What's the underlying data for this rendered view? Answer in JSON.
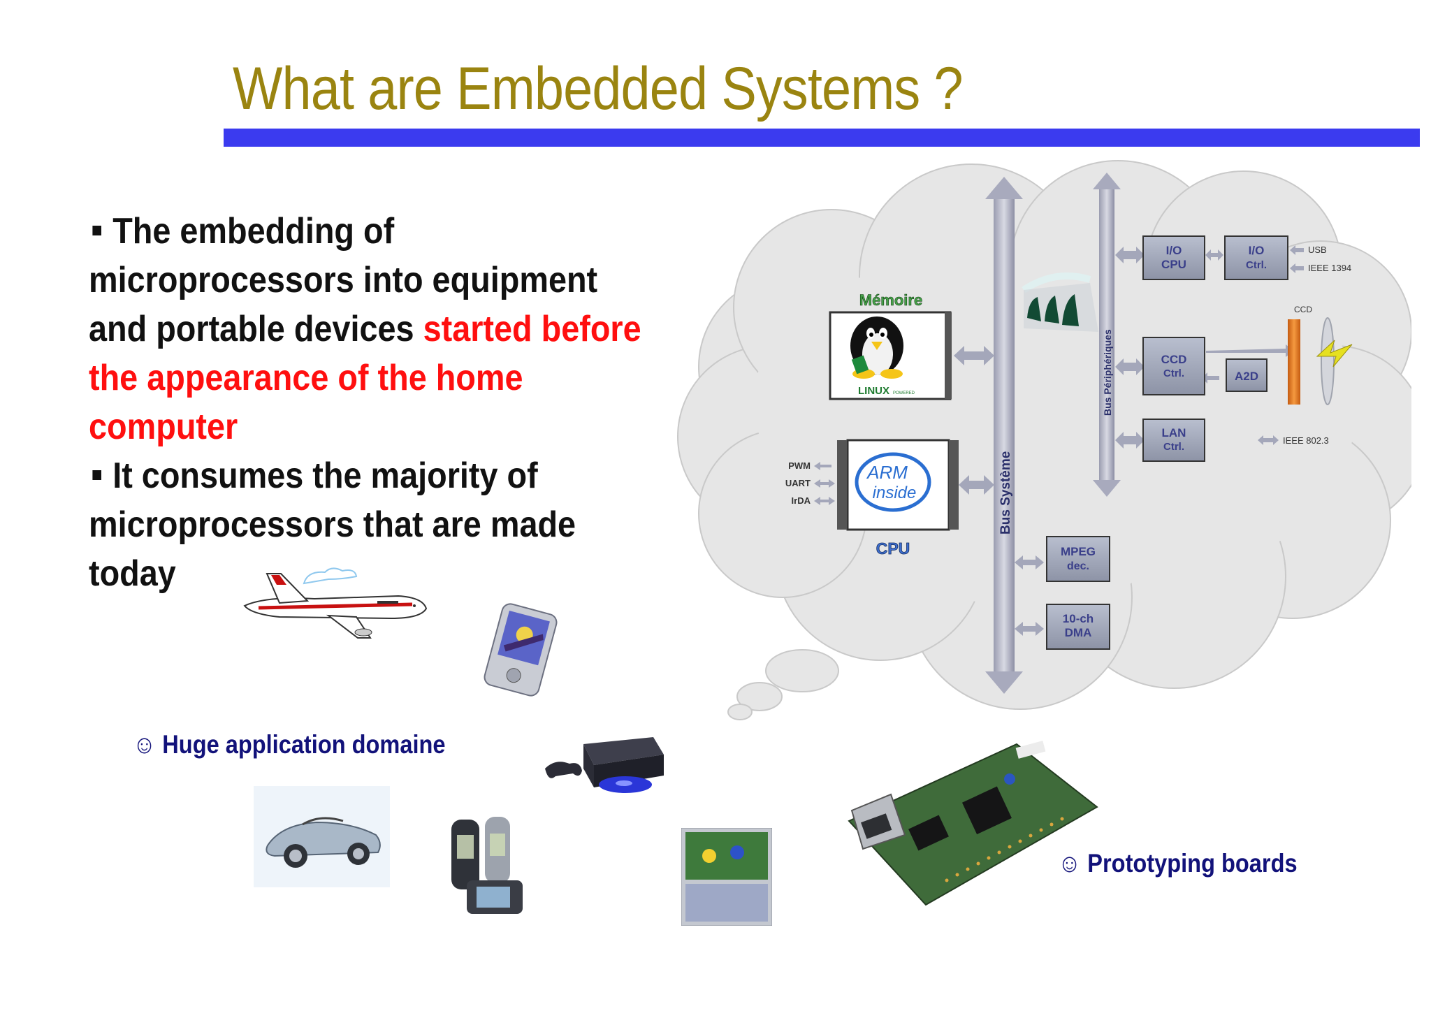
{
  "slide": {
    "title": "What are Embedded Systems ?",
    "bullets": [
      {
        "text_black": "The embedding of microprocessors into equipment and portable devices",
        "text_red": "started before the appearance of the home computer"
      },
      {
        "text_black": "It consumes the majority of microprocessors that are made today"
      }
    ],
    "note_application": "☺ Huge application domaine",
    "note_boards": "☺ Prototyping boards"
  },
  "diagram": {
    "memory_label": "Mémoire",
    "linux_label": "LINUX",
    "linux_small": "POWERED",
    "cpu_label": "CPU",
    "arm_line1": "ARM",
    "arm_line2": "inside",
    "bus_system": "Bus Système",
    "bus_peripheral": "Bus Périphériques",
    "io_cpu": [
      "I/O",
      "CPU"
    ],
    "io_ctrl": [
      "I/O",
      "Ctrl."
    ],
    "ccd_ctrl": [
      "CCD",
      "Ctrl."
    ],
    "a2d": "A2D",
    "lan_ctrl": [
      "LAN",
      "Ctrl."
    ],
    "mpeg_dec": [
      "MPEG",
      "dec."
    ],
    "dma": [
      "10-ch",
      "DMA"
    ],
    "usb": "USB",
    "ieee1394": "IEEE 1394",
    "ccd": "CCD",
    "ieee8023": "IEEE 802.3",
    "pwm": "PWM",
    "uart": "UART",
    "irda": "IrDA"
  },
  "colors": {
    "title": "#9a8410",
    "rule": "#3b3bef",
    "highlight": "#ff0f0f",
    "note": "#12127a"
  }
}
